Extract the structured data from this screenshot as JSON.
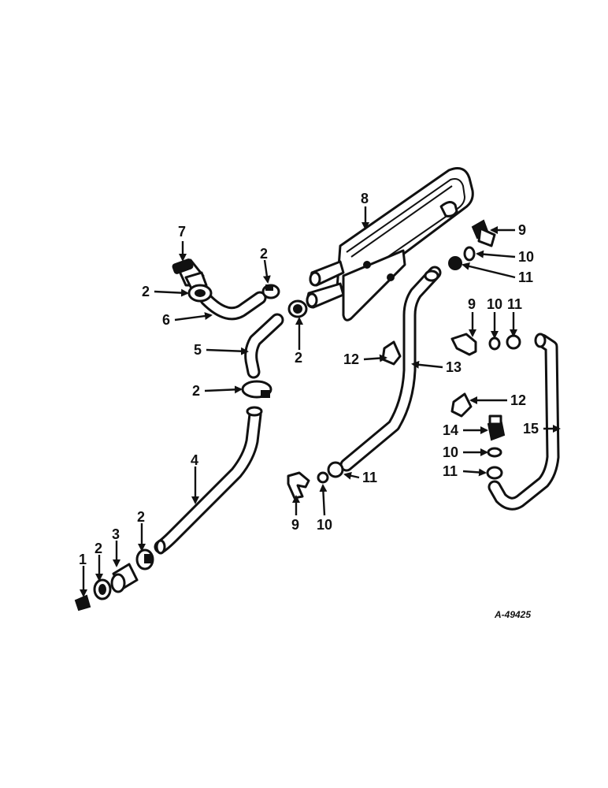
{
  "diagram": {
    "reference": "A-49425",
    "callouts": [
      {
        "id": "c1",
        "label": "1"
      },
      {
        "id": "c2a",
        "label": "2"
      },
      {
        "id": "c2b",
        "label": "2"
      },
      {
        "id": "c2c",
        "label": "2"
      },
      {
        "id": "c2d",
        "label": "2"
      },
      {
        "id": "c2e",
        "label": "2"
      },
      {
        "id": "c2f",
        "label": "2"
      },
      {
        "id": "c2g",
        "label": "2"
      },
      {
        "id": "c3",
        "label": "3"
      },
      {
        "id": "c4",
        "label": "4"
      },
      {
        "id": "c5",
        "label": "5"
      },
      {
        "id": "c6",
        "label": "6"
      },
      {
        "id": "c7",
        "label": "7"
      },
      {
        "id": "c8",
        "label": "8"
      },
      {
        "id": "c9a",
        "label": "9"
      },
      {
        "id": "c9b",
        "label": "9"
      },
      {
        "id": "c9c",
        "label": "9"
      },
      {
        "id": "c10a",
        "label": "10"
      },
      {
        "id": "c10b",
        "label": "10"
      },
      {
        "id": "c10c",
        "label": "10"
      },
      {
        "id": "c10d",
        "label": "10"
      },
      {
        "id": "c11a",
        "label": "11"
      },
      {
        "id": "c11b",
        "label": "11"
      },
      {
        "id": "c11c",
        "label": "11"
      },
      {
        "id": "c11d",
        "label": "11"
      },
      {
        "id": "c12a",
        "label": "12"
      },
      {
        "id": "c12b",
        "label": "12"
      },
      {
        "id": "c13",
        "label": "13"
      },
      {
        "id": "c14",
        "label": "14"
      },
      {
        "id": "c15",
        "label": "15"
      }
    ]
  }
}
